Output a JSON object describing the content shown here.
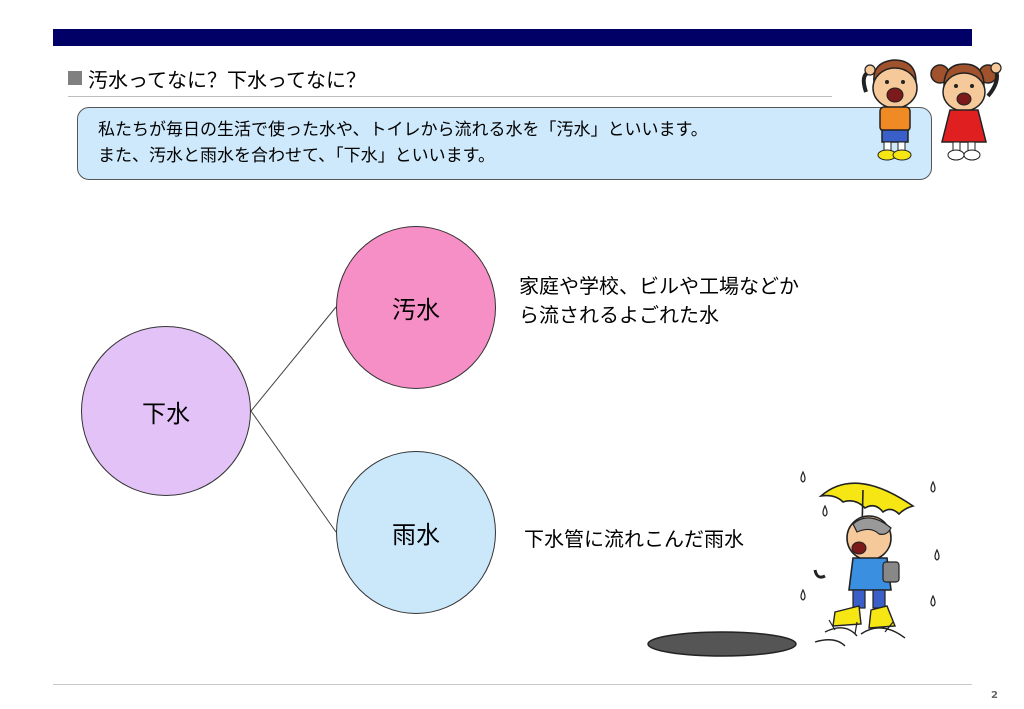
{
  "slide": {
    "title": "汚水ってなに？下水ってなに？",
    "callout_lines": [
      "私たちが毎日の生活で使った水や、トイレから流れる水を「汚水」といいます。",
      "また、汚水と雨水を合わせて、「下水」といいます。"
    ],
    "page_number": "2"
  },
  "diagram": {
    "root": {
      "label": "下水"
    },
    "branches": [
      {
        "label": "汚水",
        "description_lines": [
          "家庭や学校、ビルや工場などか",
          "ら流されるよごれた水"
        ]
      },
      {
        "label": "雨水",
        "description_lines": [
          "下水管に流れこんだ雨水"
        ]
      }
    ]
  },
  "colors": {
    "header_bar": "#000066",
    "callout_fill": "#cde9fb",
    "root_fill": "#e3c3f7",
    "osui_fill": "#f78fc7",
    "usui_fill": "#cbe8fb",
    "umbrella": "#f5e614",
    "raincoat": "#3b8fe0"
  },
  "icons": {
    "kids": "children-illustration",
    "rain": "boy-with-umbrella-illustration",
    "manhole": "manhole-cover"
  }
}
